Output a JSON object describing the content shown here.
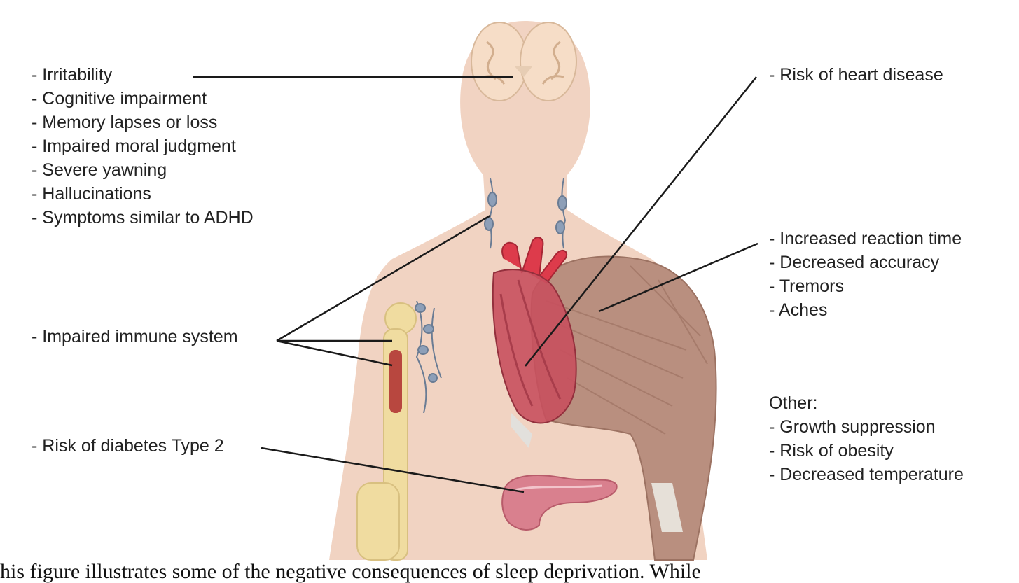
{
  "brain_effects": [
    "- Irritability",
    "- Cognitive impairment",
    "- Memory lapses or loss",
    "- Impaired moral judgment",
    "- Severe yawning",
    "- Hallucinations",
    "- Symptoms similar to ADHD"
  ],
  "immune": "- Impaired immune system",
  "diabetes": "- Risk of diabetes Type 2",
  "heart": "- Risk of heart disease",
  "muscle_effects": [
    "- Increased reaction time",
    "- Decreased accuracy",
    "- Tremors",
    "- Aches"
  ],
  "other": {
    "heading": "Other:",
    "items": [
      "- Growth suppression",
      "- Risk of obesity",
      "- Decreased temperature"
    ]
  },
  "caption_fragment": "his figure illustrates some of the negative consequences of sleep deprivation. While",
  "colors": {
    "skin": "#f1d3c2",
    "brain": "#f6ddc7",
    "bone": "#f0dca0",
    "muscle": "#b98f7f",
    "heart": "#c8505e",
    "artery": "#dd3b4b",
    "lymph": "#8d9fb8",
    "pancreas": "#d9808e",
    "leader_line": "#1a1a1a"
  }
}
